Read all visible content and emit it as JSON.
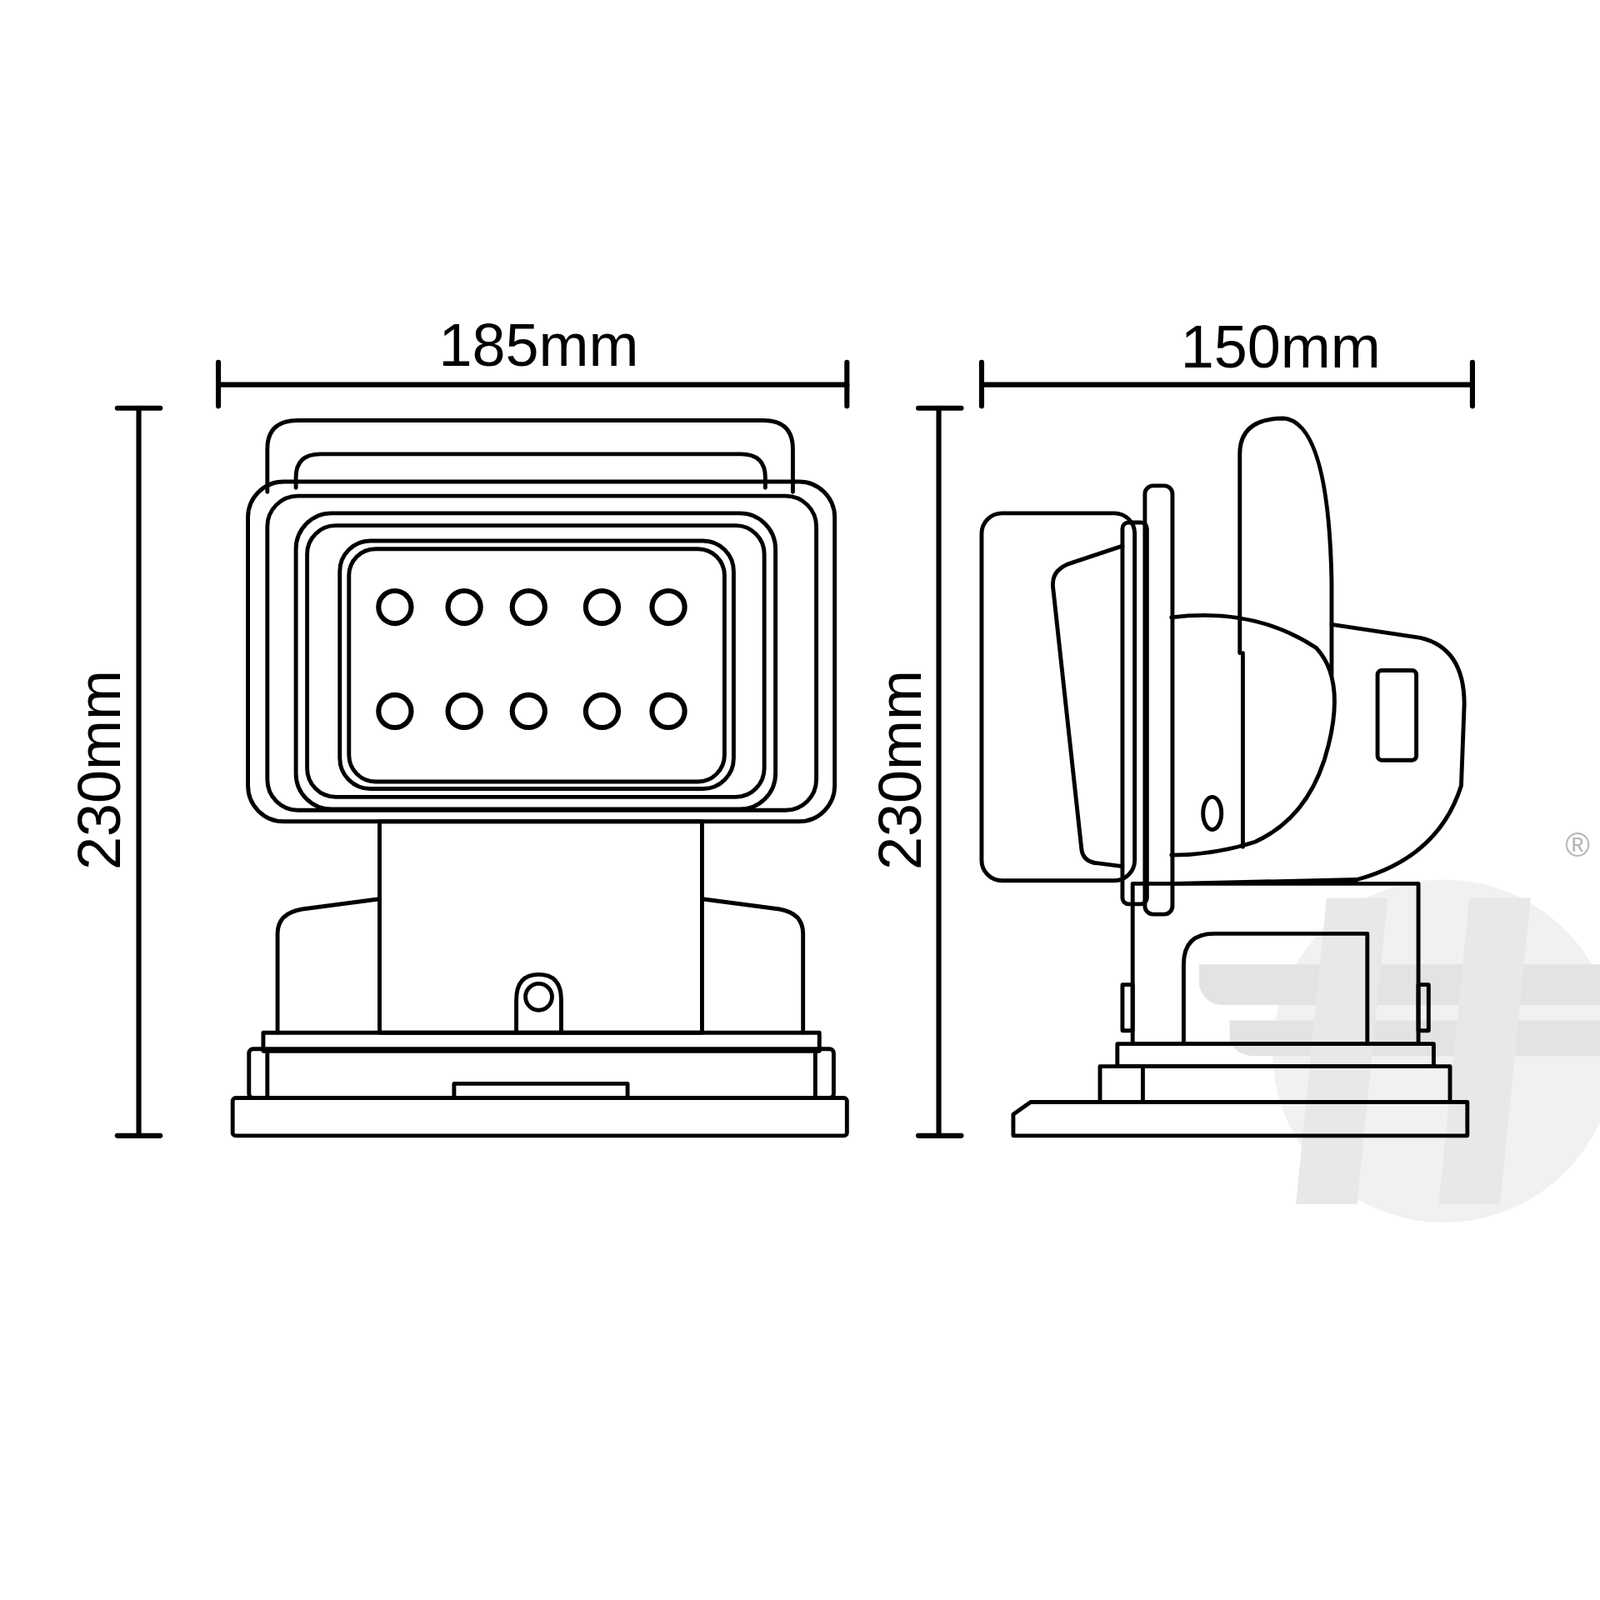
{
  "diagram": {
    "labels": [
      "185mm",
      "230mm",
      "150mm",
      "230mm",
      "®"
    ]
  }
}
